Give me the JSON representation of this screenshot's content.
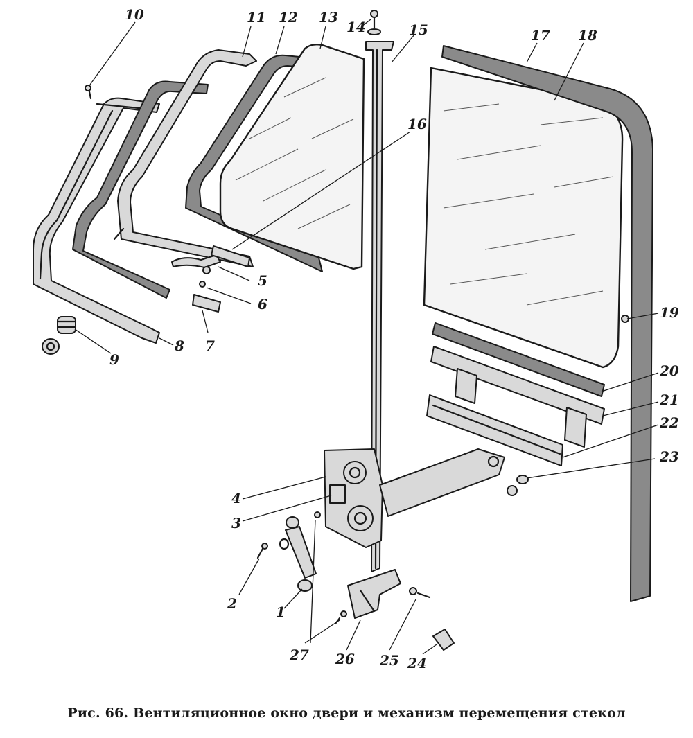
{
  "labels": {
    "l1": "1",
    "l2": "2",
    "l3": "3",
    "l4": "4",
    "l5": "5",
    "l6": "6",
    "l7": "7",
    "l8": "8",
    "l9": "9",
    "l10": "10",
    "l11": "11",
    "l12": "12",
    "l13": "13",
    "l14": "14",
    "l15": "15",
    "l16": "16",
    "l17": "17",
    "l18": "18",
    "l19": "19",
    "l20": "20",
    "l21": "21",
    "l22": "22",
    "l23": "23",
    "l24": "24",
    "l25": "25",
    "l26": "26",
    "l27": "27"
  },
  "caption": "Рис. 66. Вентиляционное окно двери и механизм перемещения стекол"
}
